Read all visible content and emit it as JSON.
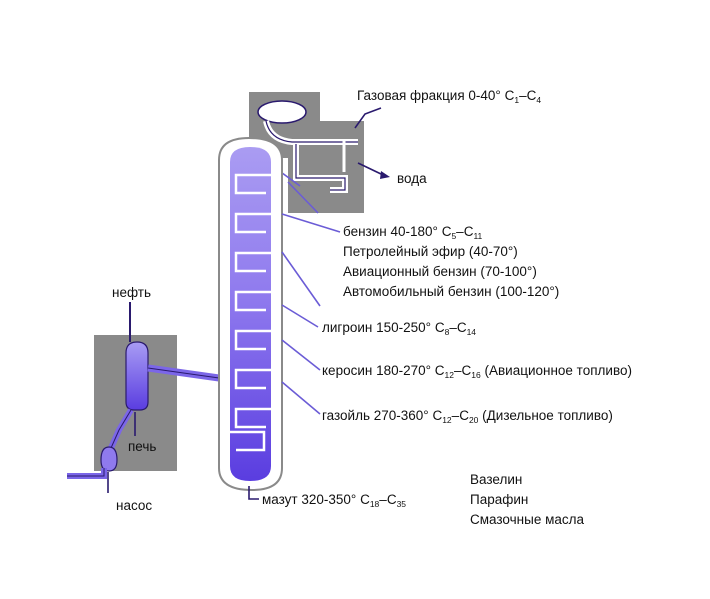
{
  "diagram": {
    "colors": {
      "accent": "#5a3de0",
      "accent_light": "#a89cf4",
      "housing_gray": "#8a8a8a",
      "line_dark": "#2a1a6e",
      "fraction_line": "#6b5cd6",
      "text": "#111111"
    },
    "gas_fraction": {
      "text": "Газовая фракция 0-40°",
      "formula": {
        "a": "C",
        "a_sub": "1",
        "dash": "–",
        "b": "C",
        "b_sub": "4"
      }
    },
    "water": {
      "text": "вода"
    },
    "gasoline": {
      "text": "бензин  40-180°",
      "formula": {
        "a": "C",
        "a_sub": "5",
        "dash": "–",
        "b": "C",
        "b_sub": "11"
      }
    },
    "petroleum_ether": {
      "text": "Петролейный эфир (40-70°)"
    },
    "aviation_gasoline": {
      "text": "Авиационный бензин (70-100°)"
    },
    "motor_gasoline": {
      "text": "Автомобильный бензин (100-120°)"
    },
    "ligroin": {
      "text": "лигроин  150-250°",
      "formula": {
        "a": "C",
        "a_sub": "8",
        "dash": "–",
        "b": "C",
        "b_sub": "14"
      }
    },
    "kerosene": {
      "text": "керосин  180-270°",
      "formula": {
        "a": "C",
        "a_sub": "12",
        "dash": "–",
        "b": "C",
        "b_sub": "16"
      },
      "note": " (Авиационное топливо)"
    },
    "gasoil": {
      "text": "газойль  270-360°",
      "formula": {
        "a": "C",
        "a_sub": "12",
        "dash": "–",
        "b": "C",
        "b_sub": "20"
      },
      "note": " (Дизельное топливо)"
    },
    "fuel_oil": {
      "text": "мазут  320-350°",
      "formula": {
        "a": "C",
        "a_sub": "18",
        "dash": "–",
        "b": "C",
        "b_sub": "35"
      }
    },
    "vaseline": {
      "text": "Вазелин"
    },
    "paraffin": {
      "text": "Парафин"
    },
    "lubricating_oils": {
      "text": "Смазочные масла"
    },
    "oil": {
      "text": "нефть"
    },
    "furnace": {
      "text": "печь"
    },
    "pump": {
      "text": "насос"
    }
  }
}
